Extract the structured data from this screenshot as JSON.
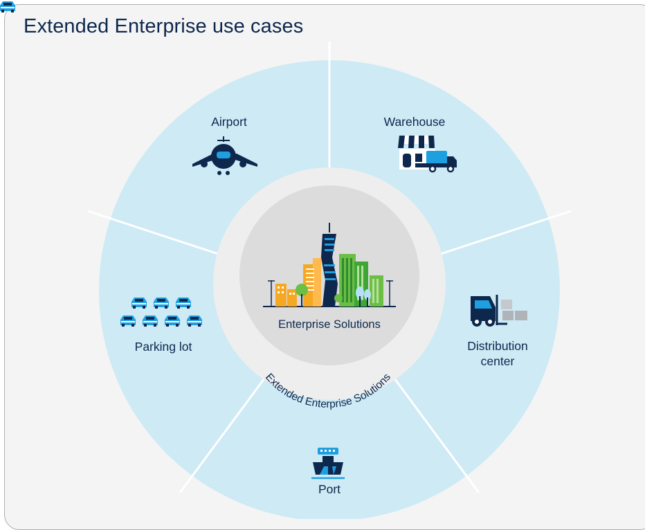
{
  "title": "Extended Enterprise use cases",
  "center": {
    "label": "Enterprise Solutions",
    "ring_text": "Extended Enterprise Solutions",
    "icon": "city-buildings-icon"
  },
  "segments": [
    {
      "id": "airport",
      "label": "Airport",
      "icon": "airplane-icon"
    },
    {
      "id": "warehouse",
      "label": "Warehouse",
      "icon": "warehouse-truck-icon"
    },
    {
      "id": "distribution",
      "label_line1": "Distribution",
      "label_line2": "center",
      "icon": "forklift-icon"
    },
    {
      "id": "port",
      "label": "Port",
      "icon": "ship-icon"
    },
    {
      "id": "parking",
      "label": "Parking lot",
      "icon": "parked-cars-icon"
    }
  ],
  "colors": {
    "segment_fill": "#cdeaf5",
    "divider": "#ffffff",
    "inner_ring": "#eeeeee",
    "center_disc": "#dcdcdc",
    "text": "#0d274d",
    "icon_dark": "#0d274d",
    "icon_accent": "#1e9fe0"
  }
}
